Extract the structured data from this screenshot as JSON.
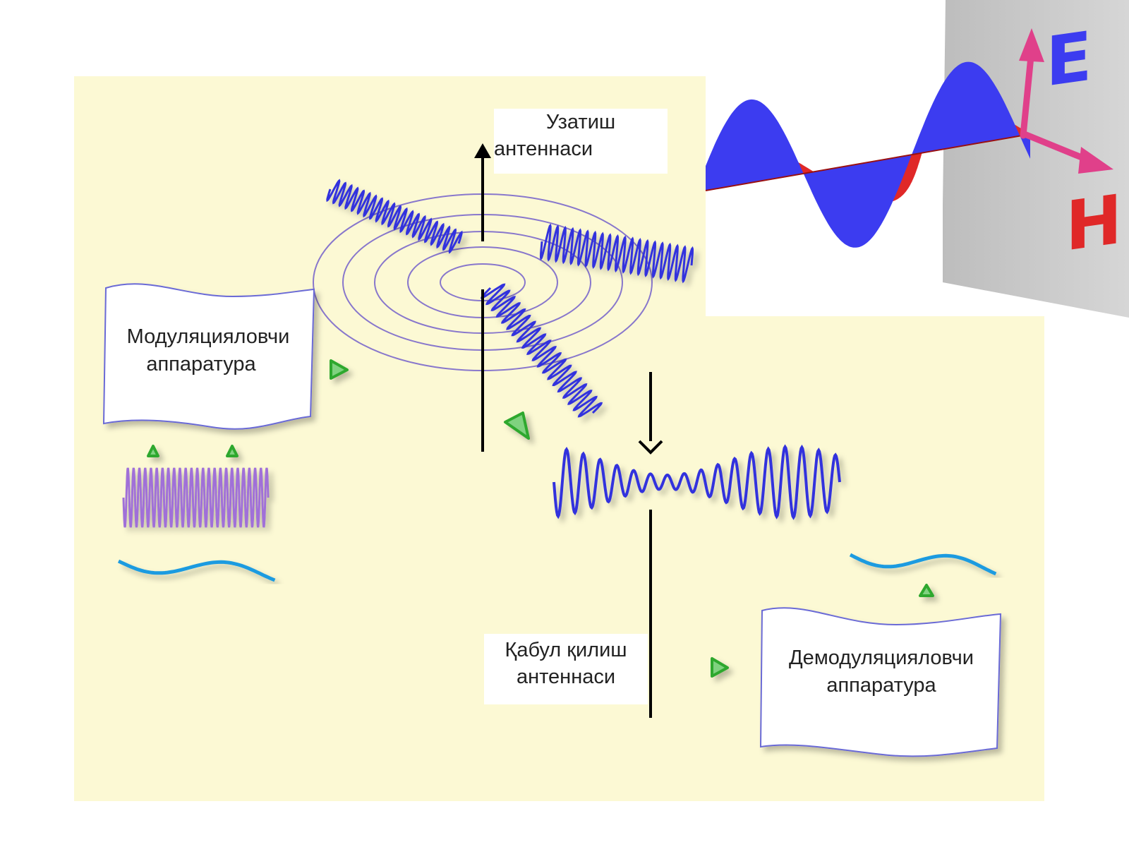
{
  "transmit_antenna_label": [
    "Узатиш",
    "антеннаси"
  ],
  "receive_antenna_label": [
    "Қабул қилиш",
    "антеннаси"
  ],
  "modulator_label": [
    "Модуляцияловчи",
    "аппаратура"
  ],
  "demodulator_label": [
    "Демодуляцияловчи",
    "аппаратура"
  ],
  "field_e_label": "E",
  "field_h_label": "H",
  "colors": {
    "panel_background": "#fcf9d4",
    "wave_blue": "#3333dd",
    "signal_cyan": "#1a9be0",
    "carrier_purple": "#a070d8",
    "ring_purple": "#8877cc",
    "arrow_green": "#2fa82f",
    "e_field": "#3c3cf0",
    "h_field": "#e02828",
    "vector_pink": "#e0408a"
  }
}
